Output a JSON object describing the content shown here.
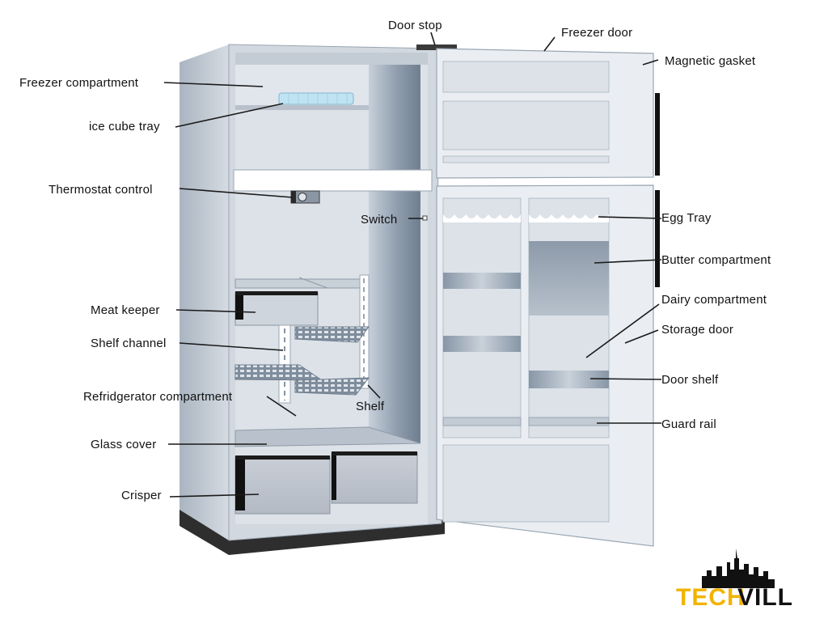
{
  "labels": {
    "door_stop": "Door stop",
    "freezer_door": "Freezer door",
    "magnetic_gasket": "Magnetic gasket",
    "freezer_compartment": "Freezer compartment",
    "ice_cube_tray": "ice cube tray",
    "thermostat_control": "Thermostat control",
    "switch": "Switch",
    "egg_tray": "Egg Tray",
    "butter_compartment": "Butter compartment",
    "dairy_compartment": "Dairy compartment",
    "storage_door": "Storage door",
    "meat_keeper": "Meat keeper",
    "shelf_channel": "Shelf channel",
    "refridgerator_compartment": "Refridgerator compartment",
    "shelf": "Shelf",
    "door_shelf": "Door shelf",
    "guard_rail": "Guard rail",
    "glass_cover": "Glass cover",
    "crisper": "Crisper"
  },
  "logo": {
    "part1": "TECH",
    "part2": "VILL"
  },
  "colors": {
    "cabinet_side": "#b9c3cd",
    "cabinet_front": "#c9d0d8",
    "interior": "#dfe4ea",
    "interior_wall": "#8d9aa8",
    "door_panel": "#eaeef2",
    "gasket": "#111111",
    "base": "#3a3a3a",
    "logo_yellow": "#f2b300",
    "logo_black": "#111111"
  }
}
